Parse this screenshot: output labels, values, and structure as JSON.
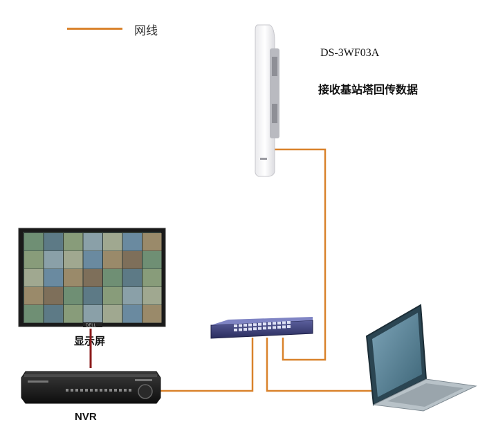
{
  "legend": {
    "label": "网线",
    "line_color": "#d9822b"
  },
  "devices": {
    "base_station": {
      "model": "DS-3WF03A",
      "description": "接收基站塔回传数据"
    },
    "monitor": {
      "label": "显示屏",
      "brand": "DELL"
    },
    "nvr": {
      "label": "NVR"
    },
    "switch": {},
    "laptop": {}
  },
  "colors": {
    "cable": "#d9822b",
    "hdmi_cable": "#8b1a1a"
  }
}
